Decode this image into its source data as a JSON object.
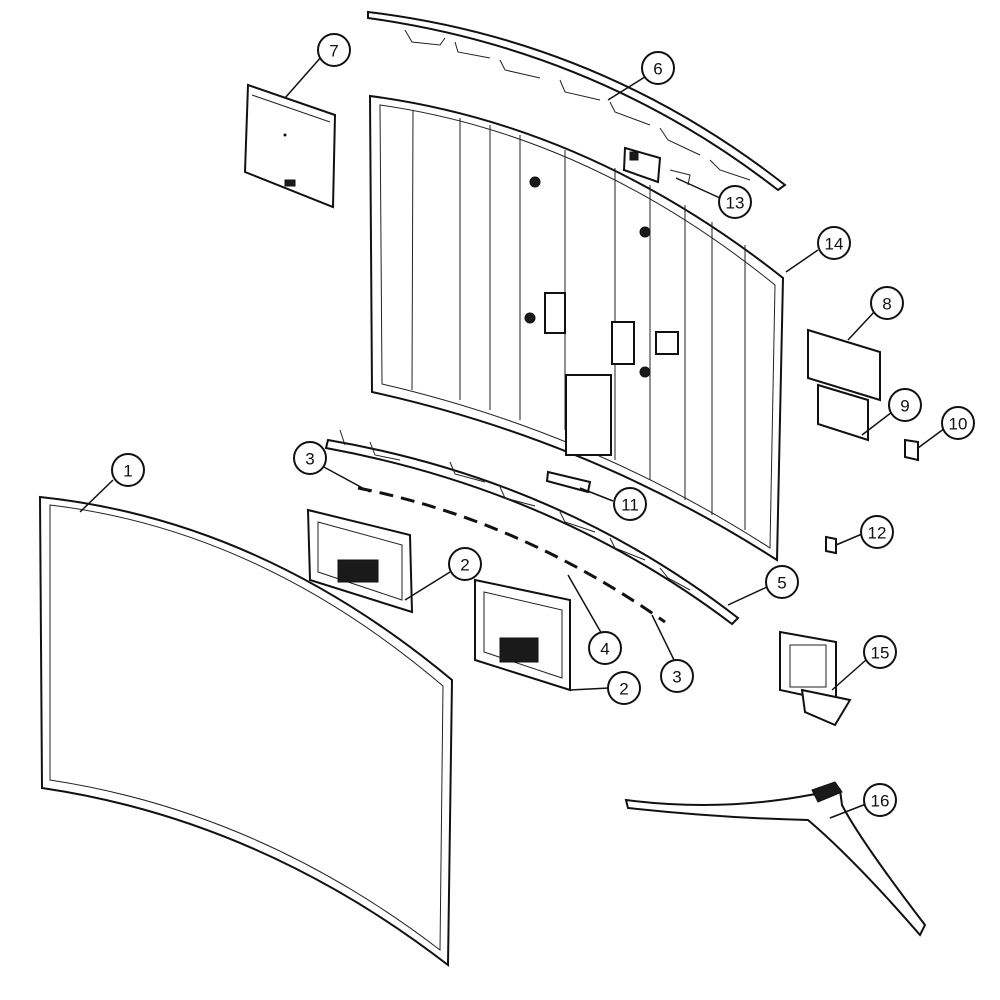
{
  "callouts": [
    {
      "id": "c1",
      "label": "1"
    },
    {
      "id": "c2a",
      "label": "2"
    },
    {
      "id": "c2b",
      "label": "2"
    },
    {
      "id": "c3a",
      "label": "3"
    },
    {
      "id": "c3b",
      "label": "3"
    },
    {
      "id": "c4",
      "label": "4"
    },
    {
      "id": "c5",
      "label": "5"
    },
    {
      "id": "c6",
      "label": "6"
    },
    {
      "id": "c7",
      "label": "7"
    },
    {
      "id": "c8",
      "label": "8"
    },
    {
      "id": "c9",
      "label": "9"
    },
    {
      "id": "c10",
      "label": "10"
    },
    {
      "id": "c11",
      "label": "11"
    },
    {
      "id": "c12",
      "label": "12"
    },
    {
      "id": "c13",
      "label": "13"
    },
    {
      "id": "c14",
      "label": "14"
    },
    {
      "id": "c15",
      "label": "15"
    },
    {
      "id": "c16",
      "label": "16"
    }
  ]
}
